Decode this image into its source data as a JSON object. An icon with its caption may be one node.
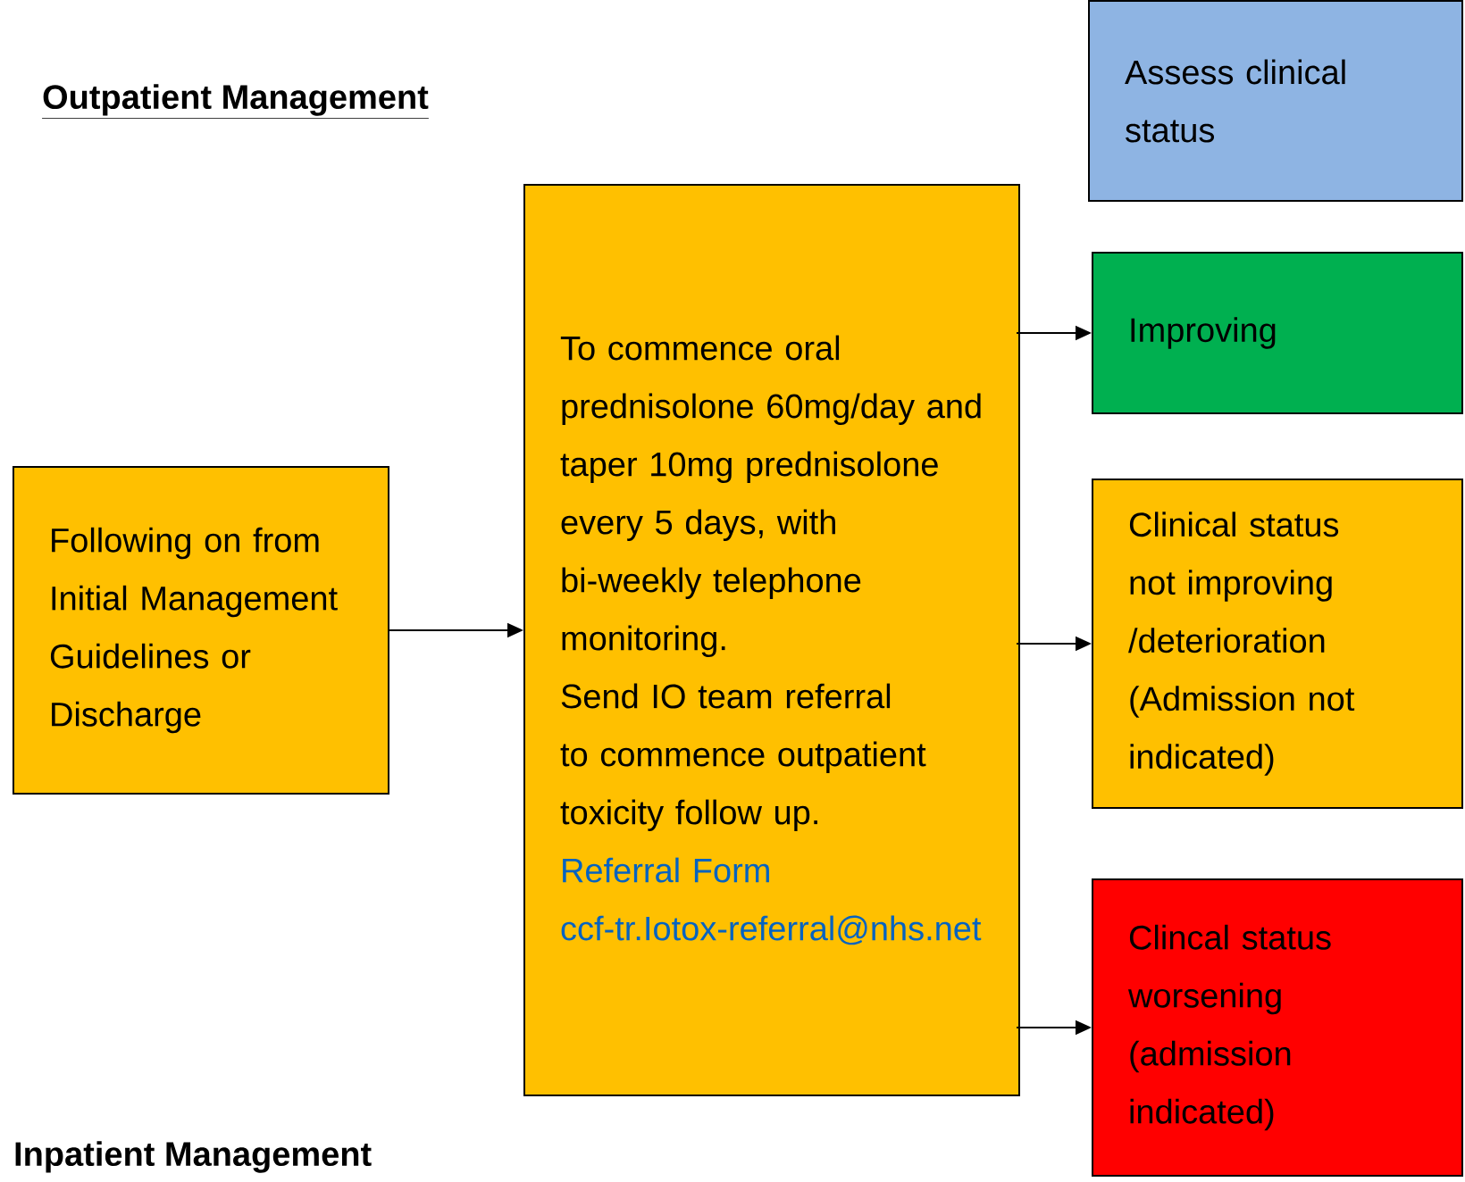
{
  "diagram": {
    "nodes": [
      {
        "text": [
          "Assess clinical status"
        ]
      },
      {
        "text": [
          "Following on from Initial Management Guidelines or Discharge"
        ]
      },
      {
        "text": [
          "To commence oral prednisolone 60mg/day and taper 10mg prednisolone every 5 days, with bi-weekly telephone monitoring.",
          "Send IO team referral to commence outpatient toxicity follow up.",
          "Referral Form",
          "ccf-tr.Iotox-referral@nhs.net"
        ]
      },
      {
        "text": [
          "Improving"
        ]
      },
      {
        "text": [
          "Clinical status not improving /deterioration (Admission not indicated)"
        ]
      },
      {
        "text": [
          "Clincal status worsening (admission indicated)"
        ]
      }
    ],
    "edges": [
      {
        "from": 1,
        "to": 2,
        "arrow": "to"
      },
      {
        "from": 2,
        "to": 3,
        "arrow": "to"
      },
      {
        "from": 2,
        "to": 4,
        "arrow": "to"
      },
      {
        "from": 2,
        "to": 5,
        "arrow": "to"
      }
    ],
    "labels": [
      "Outpatient Management",
      "Inpatient Management"
    ]
  }
}
